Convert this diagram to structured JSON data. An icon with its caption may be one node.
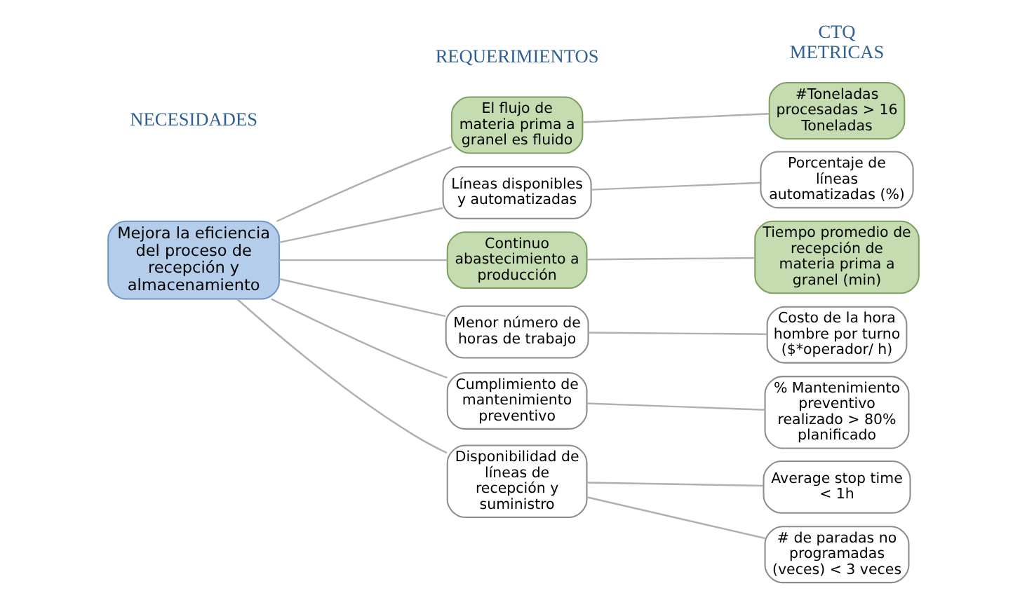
{
  "diagram": {
    "nodes": [
      {
        "text": [
          "Mejora la eficiencia del proceso de recepción y almacenamiento"
        ]
      },
      {
        "text": [
          "El flujo de materia prima a granel es fluido"
        ]
      },
      {
        "text": [
          "Líneas disponibles y automatizadas"
        ]
      },
      {
        "text": [
          "Continuo abastecimiento a producción"
        ]
      },
      {
        "text": [
          "Menor número de horas de trabajo"
        ]
      },
      {
        "text": [
          "Cumplimiento de mantenimiento preventivo"
        ]
      },
      {
        "text": [
          "Disponibilidad de líneas de recepción y suministro"
        ]
      },
      {
        "text": [
          "#Toneladas procesadas > 16 Toneladas"
        ]
      },
      {
        "text": [
          "Porcentaje de líneas automatizadas (%)"
        ]
      },
      {
        "text": [
          "Tiempo promedio de recepción de materia prima a granel (min)"
        ]
      },
      {
        "text": [
          "Costo de la hora hombre por turno ($*operador/ h)"
        ]
      },
      {
        "text": [
          "% Mantenimiento preventivo realizado > 80% planificado"
        ]
      },
      {
        "text": [
          "Average stop time < 1h"
        ]
      },
      {
        "text": [
          "# de paradas no programadas (veces) < 3 veces"
        ]
      }
    ],
    "edges": [
      {
        "from": 0,
        "to": 1,
        "arrow": "none"
      },
      {
        "from": 0,
        "to": 2,
        "arrow": "none"
      },
      {
        "from": 0,
        "to": 3,
        "arrow": "none"
      },
      {
        "from": 0,
        "to": 4,
        "arrow": "none"
      },
      {
        "from": 0,
        "to": 5,
        "arrow": "none"
      },
      {
        "from": 0,
        "to": 6,
        "arrow": "none"
      },
      {
        "from": 1,
        "to": 7,
        "arrow": "none"
      },
      {
        "from": 2,
        "to": 8,
        "arrow": "none"
      },
      {
        "from": 3,
        "to": 9,
        "arrow": "none"
      },
      {
        "from": 4,
        "to": 10,
        "arrow": "none"
      },
      {
        "from": 5,
        "to": 11,
        "arrow": "none"
      },
      {
        "from": 6,
        "to": 12,
        "arrow": "none"
      },
      {
        "from": 6,
        "to": 13,
        "arrow": "none"
      }
    ],
    "labels": [
      "NECESIDADES",
      "REQUERIMIENTOS",
      "CTQ METRICAS"
    ]
  }
}
